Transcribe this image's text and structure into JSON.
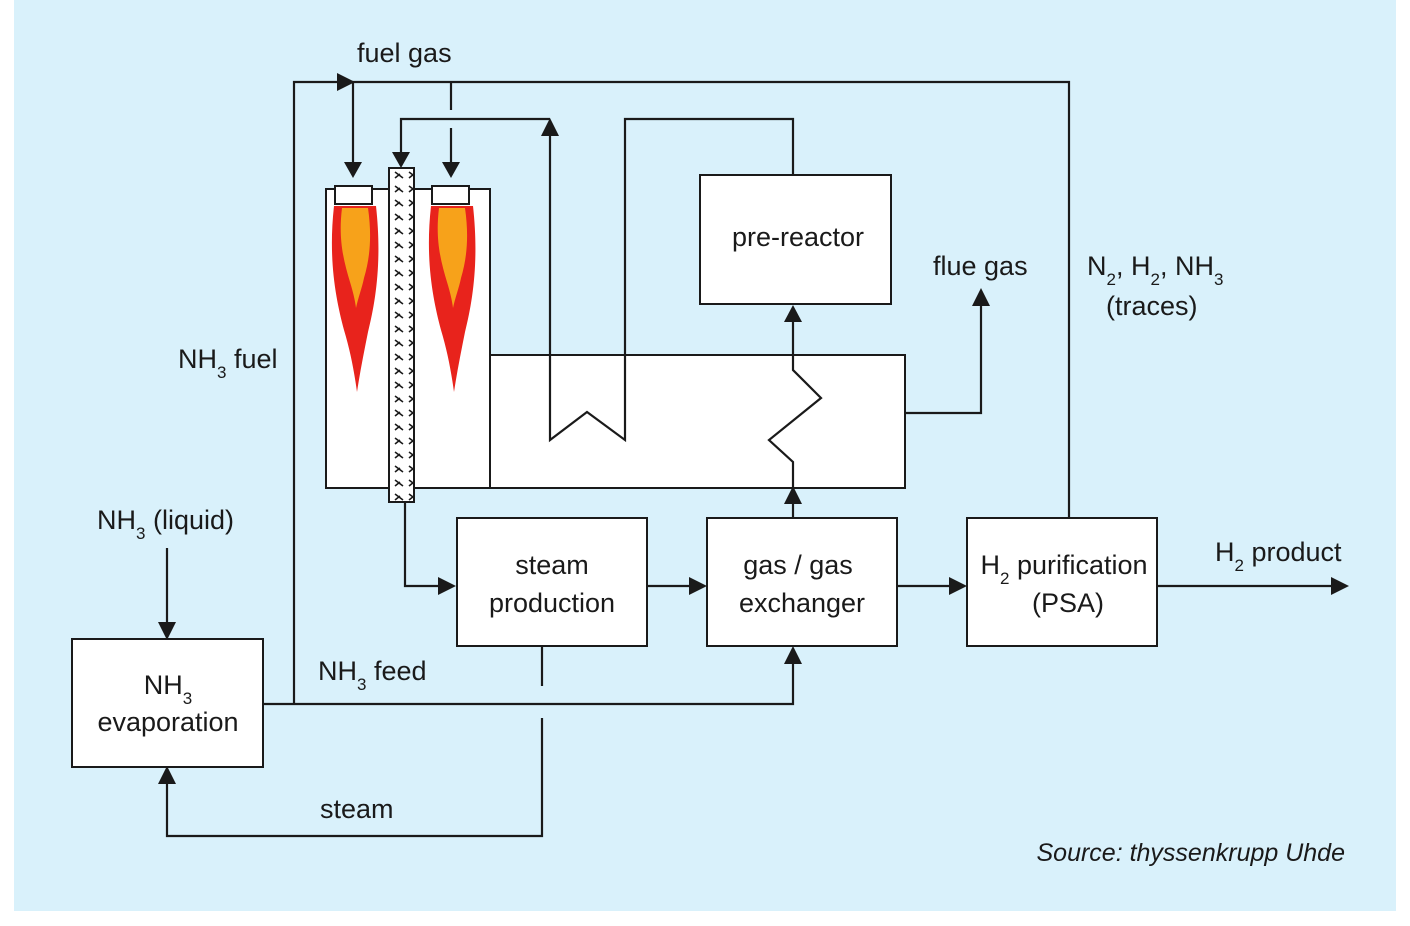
{
  "colors": {
    "background": "#d9f1fb",
    "flame_outer": "#e8231c",
    "flame_inner": "#f7a21a"
  },
  "labels": {
    "fuel_gas": "fuel gas",
    "nh3_fuel_main": "NH",
    "nh3_fuel_sub": "3",
    "nh3_fuel_rest": " fuel",
    "nh3_liquid_main": "NH",
    "nh3_liquid_sub": "3",
    "nh3_liquid_rest": " (liquid)",
    "nh3_feed_main": "NH",
    "nh3_feed_sub": "3",
    "nh3_feed_rest": " feed",
    "steam": "steam",
    "flue_gas": "flue gas",
    "traces_n": "N",
    "traces_n_sub": "2",
    "traces_h": ", H",
    "traces_h_sub": "2",
    "traces_nh": ", NH",
    "traces_nh_sub": "3",
    "traces_line2": "(traces)",
    "h2_product_main": "H",
    "h2_product_sub": "2",
    "h2_product_rest": " product",
    "source": "Source: thyssenkrupp Uhde"
  },
  "boxes": {
    "pre_reactor": "pre-reactor",
    "steam_production_line1": "steam",
    "steam_production_line2": "production",
    "gas_exchanger_line1": "gas / gas",
    "gas_exchanger_line2": "exchanger",
    "purification_main": "H",
    "purification_sub": "2",
    "purification_rest": " purification",
    "purification_line2": "(PSA)",
    "evaporation_main": "NH",
    "evaporation_sub": "3",
    "evaporation_line2": "evaporation"
  }
}
